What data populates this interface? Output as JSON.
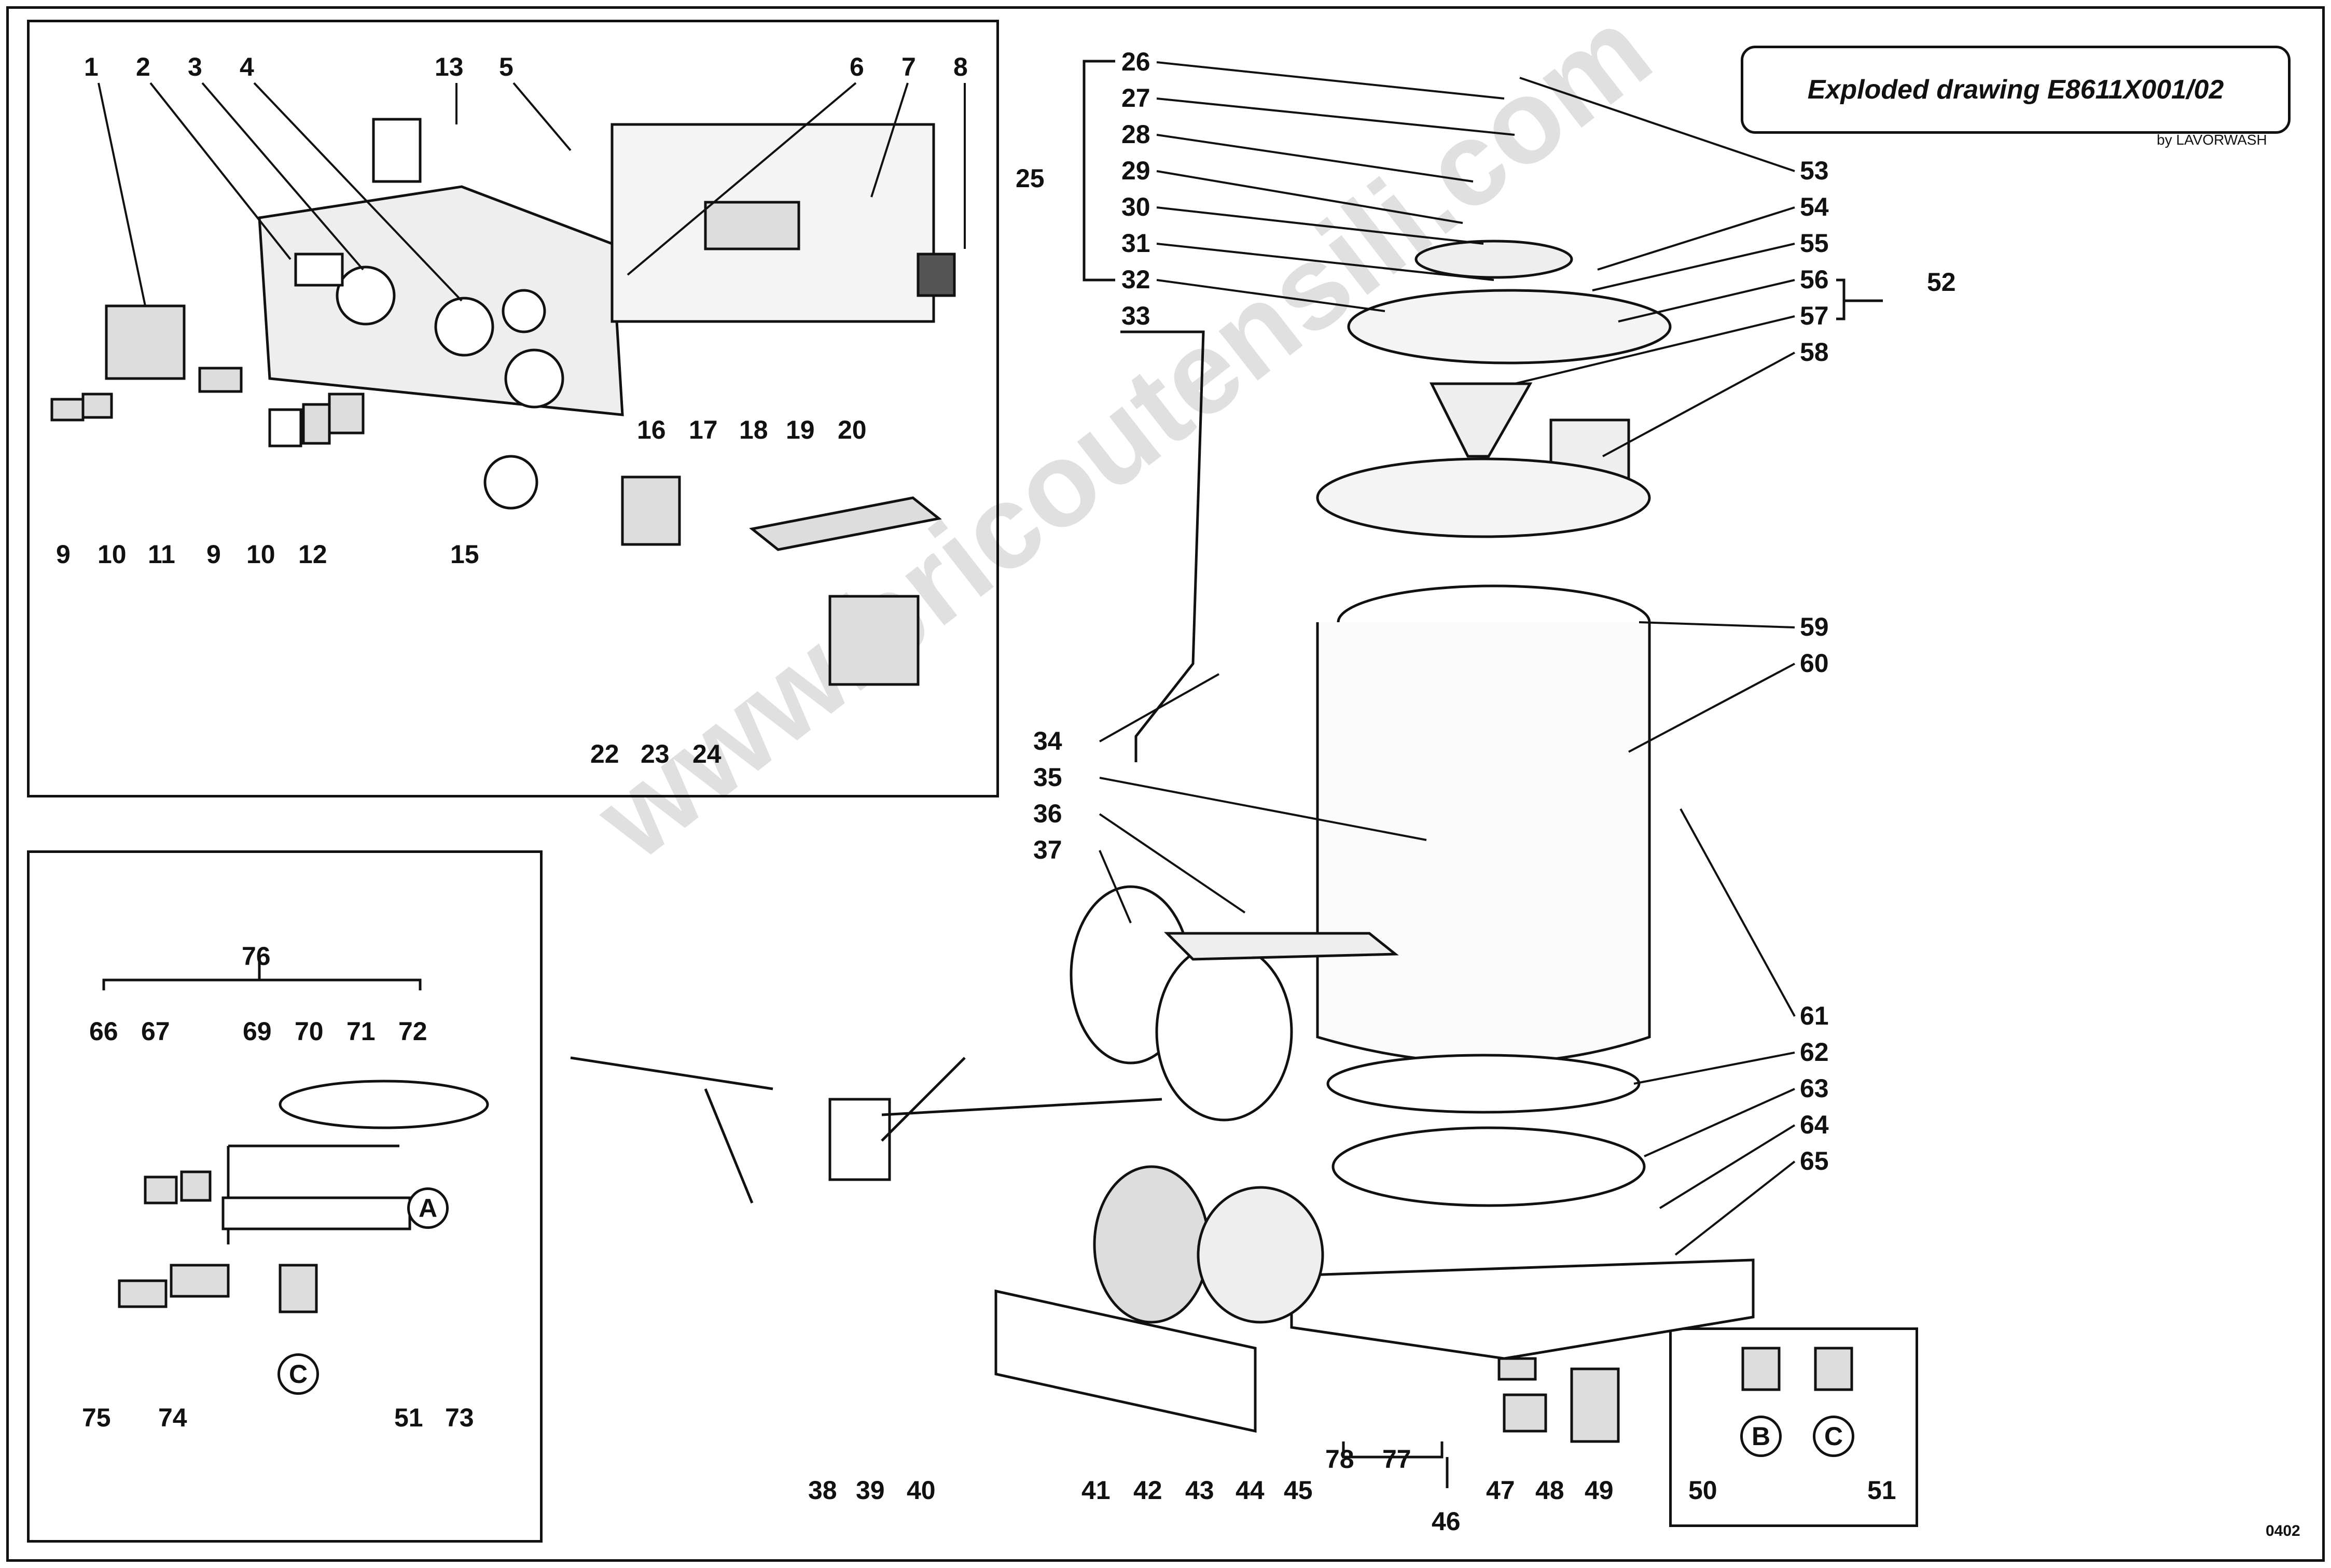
{
  "title": "Exploded drawing E8611X001/02",
  "brand": "by LAVORWASH",
  "drawing_code": "0402",
  "watermark": "www.bricoutensili.com",
  "callouts": {
    "c1": "1",
    "c2": "2",
    "c3": "3",
    "c4": "4",
    "c5": "5",
    "c6": "6",
    "c7": "7",
    "c8": "8",
    "c9a": "9",
    "c10a": "10",
    "c11": "11",
    "c9b": "9",
    "c10b": "10",
    "c12": "12",
    "c13": "13",
    "c15": "15",
    "c16": "16",
    "c17": "17",
    "c18": "18",
    "c19": "19",
    "c20": "20",
    "c22": "22",
    "c23": "23",
    "c24": "24",
    "c25": "25",
    "c26": "26",
    "c27": "27",
    "c28": "28",
    "c29": "29",
    "c30": "30",
    "c31": "31",
    "c32": "32",
    "c33": "33",
    "c34": "34",
    "c35": "35",
    "c36": "36",
    "c37": "37",
    "c38": "38",
    "c39": "39",
    "c40": "40",
    "c41": "41",
    "c42": "42",
    "c43": "43",
    "c44": "44",
    "c45": "45",
    "c46": "46",
    "c47": "47",
    "c48": "48",
    "c49": "49",
    "c50": "50",
    "c51b": "51",
    "c52": "52",
    "c53": "53",
    "c54": "54",
    "c55": "55",
    "c56": "56",
    "c57": "57",
    "c58": "58",
    "c59": "59",
    "c60": "60",
    "c61": "61",
    "c62": "62",
    "c63": "63",
    "c64": "64",
    "c65": "65",
    "c66": "66",
    "c67": "67",
    "c69": "69",
    "c70": "70",
    "c71": "71",
    "c72": "72",
    "c73": "73",
    "c74": "74",
    "c75": "75",
    "c51a": "51",
    "c76": "76",
    "c77": "77",
    "c78": "78"
  },
  "circle_labels": {
    "a": "A",
    "b": "B",
    "c1": "C",
    "c2": "C"
  }
}
